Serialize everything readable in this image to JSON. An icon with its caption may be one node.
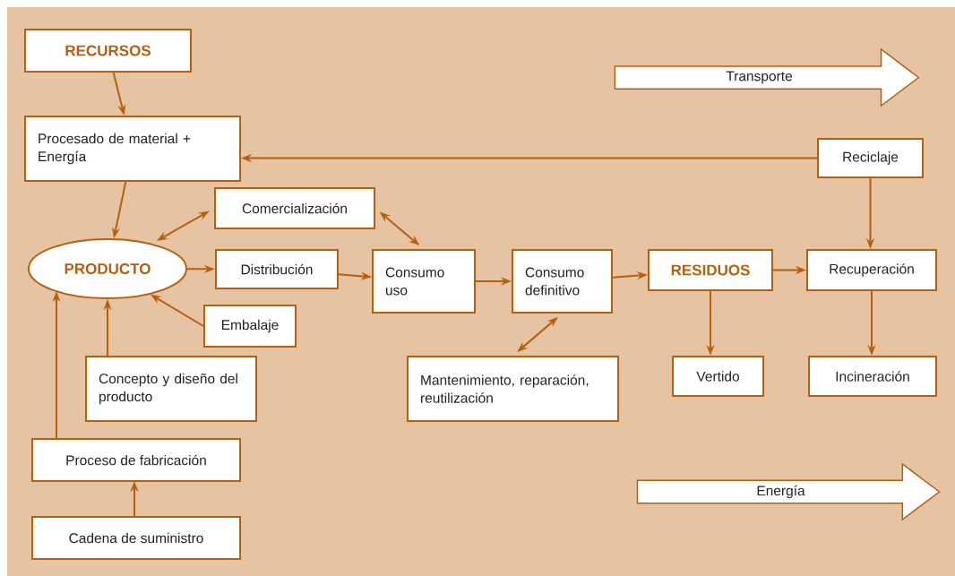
{
  "diagram": {
    "nodes": [
      {
        "text": [
          "RECURSOS"
        ]
      },
      {
        "text": [
          "Procesado de material + Energía"
        ]
      },
      {
        "text": [
          "Transporte"
        ]
      },
      {
        "text": [
          "Reciclaje"
        ]
      },
      {
        "text": [
          "Comercialización"
        ]
      },
      {
        "text": [
          "PRODUCTO"
        ]
      },
      {
        "text": [
          "Distribución"
        ]
      },
      {
        "text": [
          "Consumo uso"
        ]
      },
      {
        "text": [
          "Consumo definitivo"
        ]
      },
      {
        "text": [
          "RESIDUOS"
        ]
      },
      {
        "text": [
          "Recuperación"
        ]
      },
      {
        "text": [
          "Embalaje"
        ]
      },
      {
        "text": [
          "Concepto y diseño del producto"
        ]
      },
      {
        "text": [
          "Mantenimiento, reparación, reutilización"
        ]
      },
      {
        "text": [
          "Vertido"
        ]
      },
      {
        "text": [
          "Incineración"
        ]
      },
      {
        "text": [
          "Proceso de fabricación"
        ]
      },
      {
        "text": [
          "Energía"
        ]
      },
      {
        "text": [
          "Cadena de suministro"
        ]
      }
    ],
    "edges": [
      {
        "from": 0,
        "to": 1,
        "arrow": "to"
      },
      {
        "from": 3,
        "to": 1,
        "arrow": "to"
      },
      {
        "from": 1,
        "to": 5,
        "arrow": "to"
      },
      {
        "from": 5,
        "to": 4,
        "arrow": "both"
      },
      {
        "from": 4,
        "to": 7,
        "arrow": "both"
      },
      {
        "from": 5,
        "to": 6,
        "arrow": "to"
      },
      {
        "from": 6,
        "to": 7,
        "arrow": "to"
      },
      {
        "from": 7,
        "to": 8,
        "arrow": "to"
      },
      {
        "from": 8,
        "to": 9,
        "arrow": "to"
      },
      {
        "from": 9,
        "to": 10,
        "arrow": "to"
      },
      {
        "from": 3,
        "to": 10,
        "arrow": "to"
      },
      {
        "from": 10,
        "to": 15,
        "arrow": "to"
      },
      {
        "from": 9,
        "to": 14,
        "arrow": "to"
      },
      {
        "from": 11,
        "to": 5,
        "arrow": "to"
      },
      {
        "from": 12,
        "to": 5,
        "arrow": "to"
      },
      {
        "from": 16,
        "to": 5,
        "arrow": "to"
      },
      {
        "from": 18,
        "to": 16,
        "arrow": "to"
      },
      {
        "from": 8,
        "to": 13,
        "arrow": "both"
      }
    ]
  }
}
